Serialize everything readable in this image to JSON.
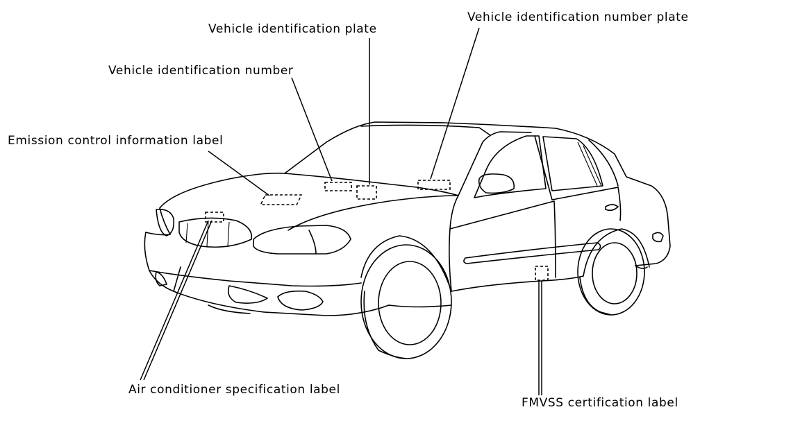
{
  "labels": {
    "vin_plate": "Vehicle identification number plate",
    "vi_plate": "Vehicle identification plate",
    "vin": "Vehicle identification number",
    "emission": "Emission control information label",
    "ac_label": "Air conditioner specification label",
    "fmvss": "FMVSS certification label"
  }
}
